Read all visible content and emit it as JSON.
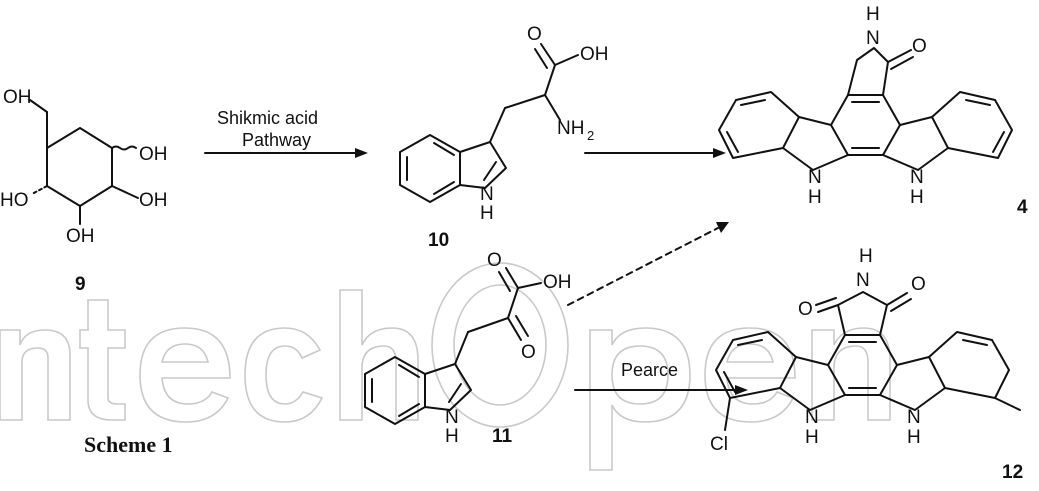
{
  "scheme": {
    "caption": "Scheme 1",
    "compounds": [
      {
        "number": "9"
      },
      {
        "number": "10"
      },
      {
        "number": "11"
      },
      {
        "number": "4"
      },
      {
        "number": "12"
      }
    ],
    "arrows": [
      {
        "id": "9-to-10",
        "label_line1": "Shikmic acid",
        "label_line2": "Pathway",
        "style": "solid"
      },
      {
        "id": "10-to-4",
        "label_line1": "",
        "style": "solid"
      },
      {
        "id": "11-to-4",
        "label_line1": "",
        "style": "dashed"
      },
      {
        "id": "11-to-12",
        "label_line1": "Pearce",
        "style": "solid"
      }
    ],
    "atoms": {
      "OH": "OH",
      "HO": "HO",
      "NH": "NH",
      "NH2_base": "NH",
      "NH2_sub": "2",
      "N": "N",
      "H": "H",
      "O": "O",
      "Cl": "Cl"
    },
    "colors": {
      "ink": "#111111",
      "watermark": "#c9c9c9"
    }
  }
}
